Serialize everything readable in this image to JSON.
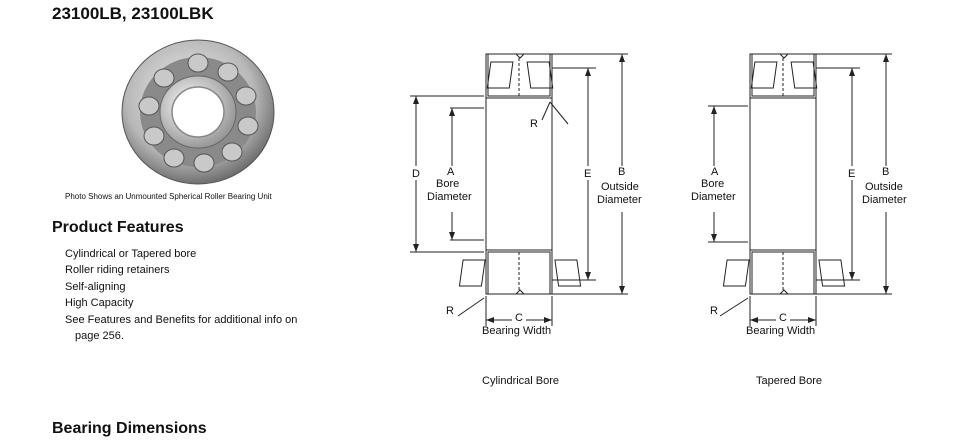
{
  "header": {
    "title": "23100LB, 23100LBK"
  },
  "photo": {
    "caption": "Photo Shows an Unmounted Spherical Roller Bearing Unit"
  },
  "product_features": {
    "heading": "Product Features",
    "items": [
      "Cylindrical or Tapered bore",
      "Roller riding retainers",
      "Self-aligning",
      "High Capacity",
      "See Features and Benefits for additional info on"
    ],
    "continuation": "page 256."
  },
  "diagrams": [
    {
      "caption": "Cylindrical Bore",
      "labels": {
        "d": "D",
        "a": "A",
        "bore": "Bore",
        "bore_diam": "Diameter",
        "e": "E",
        "b": "B",
        "outside": "Outside",
        "outside_diam": "Diameter",
        "r_top": "R",
        "r_bottom": "R",
        "c": "C",
        "width": "Bearing Width"
      }
    },
    {
      "caption": "Tapered Bore",
      "labels": {
        "a": "A",
        "bore": "Bore",
        "bore_diam": "Diameter",
        "e": "E",
        "b": "B",
        "outside": "Outside",
        "outside_diam": "Diameter",
        "r_bottom": "R",
        "c": "C",
        "width": "Bearing Width"
      }
    }
  ],
  "bearing_dimensions": {
    "heading": "Bearing Dimensions"
  }
}
